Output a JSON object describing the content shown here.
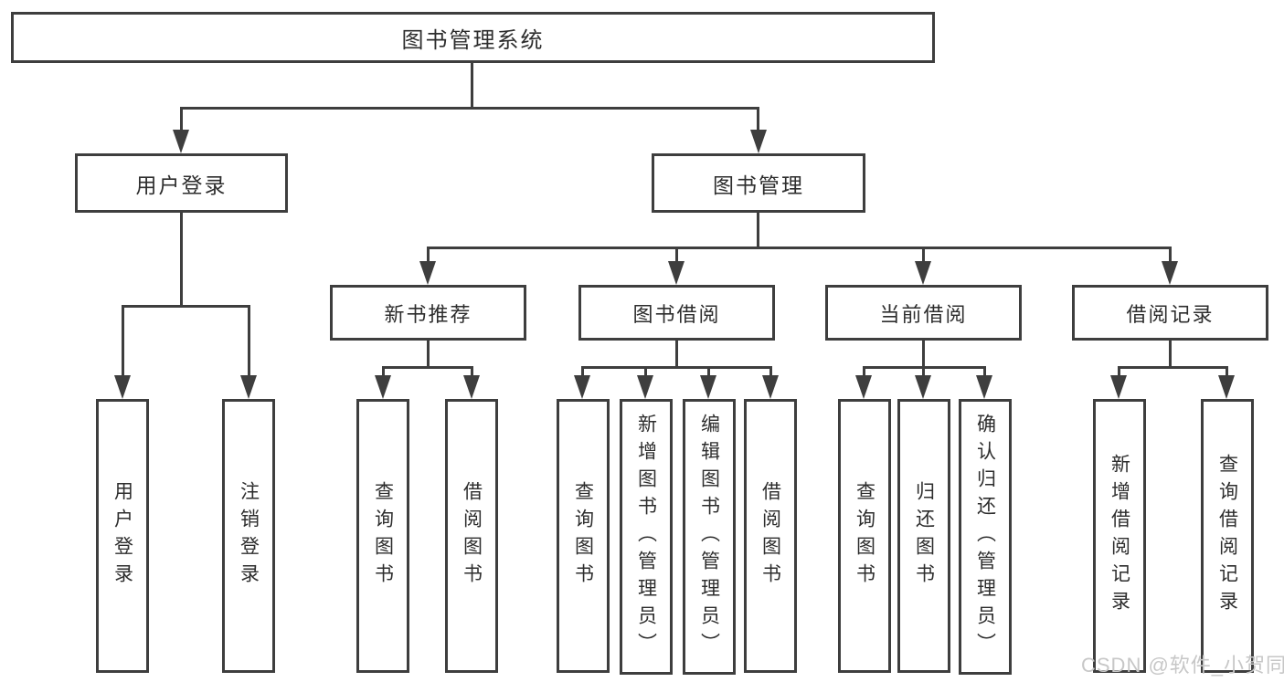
{
  "diagram_title": "图书管理系统",
  "tree": {
    "label": "图书管理系统",
    "children": [
      {
        "label": "用户登录",
        "children": [
          {
            "label": "用户登录"
          },
          {
            "label": "注销登录"
          }
        ]
      },
      {
        "label": "图书管理",
        "children": [
          {
            "label": "新书推荐",
            "children": [
              {
                "label": "查询图书"
              },
              {
                "label": "借阅图书"
              }
            ]
          },
          {
            "label": "图书借阅",
            "children": [
              {
                "label": "查询图书"
              },
              {
                "label": "新增图书（管理员）"
              },
              {
                "label": "编辑图书（管理员）"
              },
              {
                "label": "借阅图书"
              }
            ]
          },
          {
            "label": "当前借阅",
            "children": [
              {
                "label": "查询图书"
              },
              {
                "label": "归还图书"
              },
              {
                "label": "确认归还（管理员）"
              }
            ]
          },
          {
            "label": "借阅记录",
            "children": [
              {
                "label": "新增借阅记录"
              },
              {
                "label": "查询借阅记录"
              }
            ]
          }
        ]
      }
    ]
  },
  "watermark": "CSDN @软件_小贺同学",
  "colors": {
    "line": "#3e3e3e",
    "text": "#2d2d2d",
    "watermark": "#c7c7c7",
    "background": "#ffffff"
  }
}
